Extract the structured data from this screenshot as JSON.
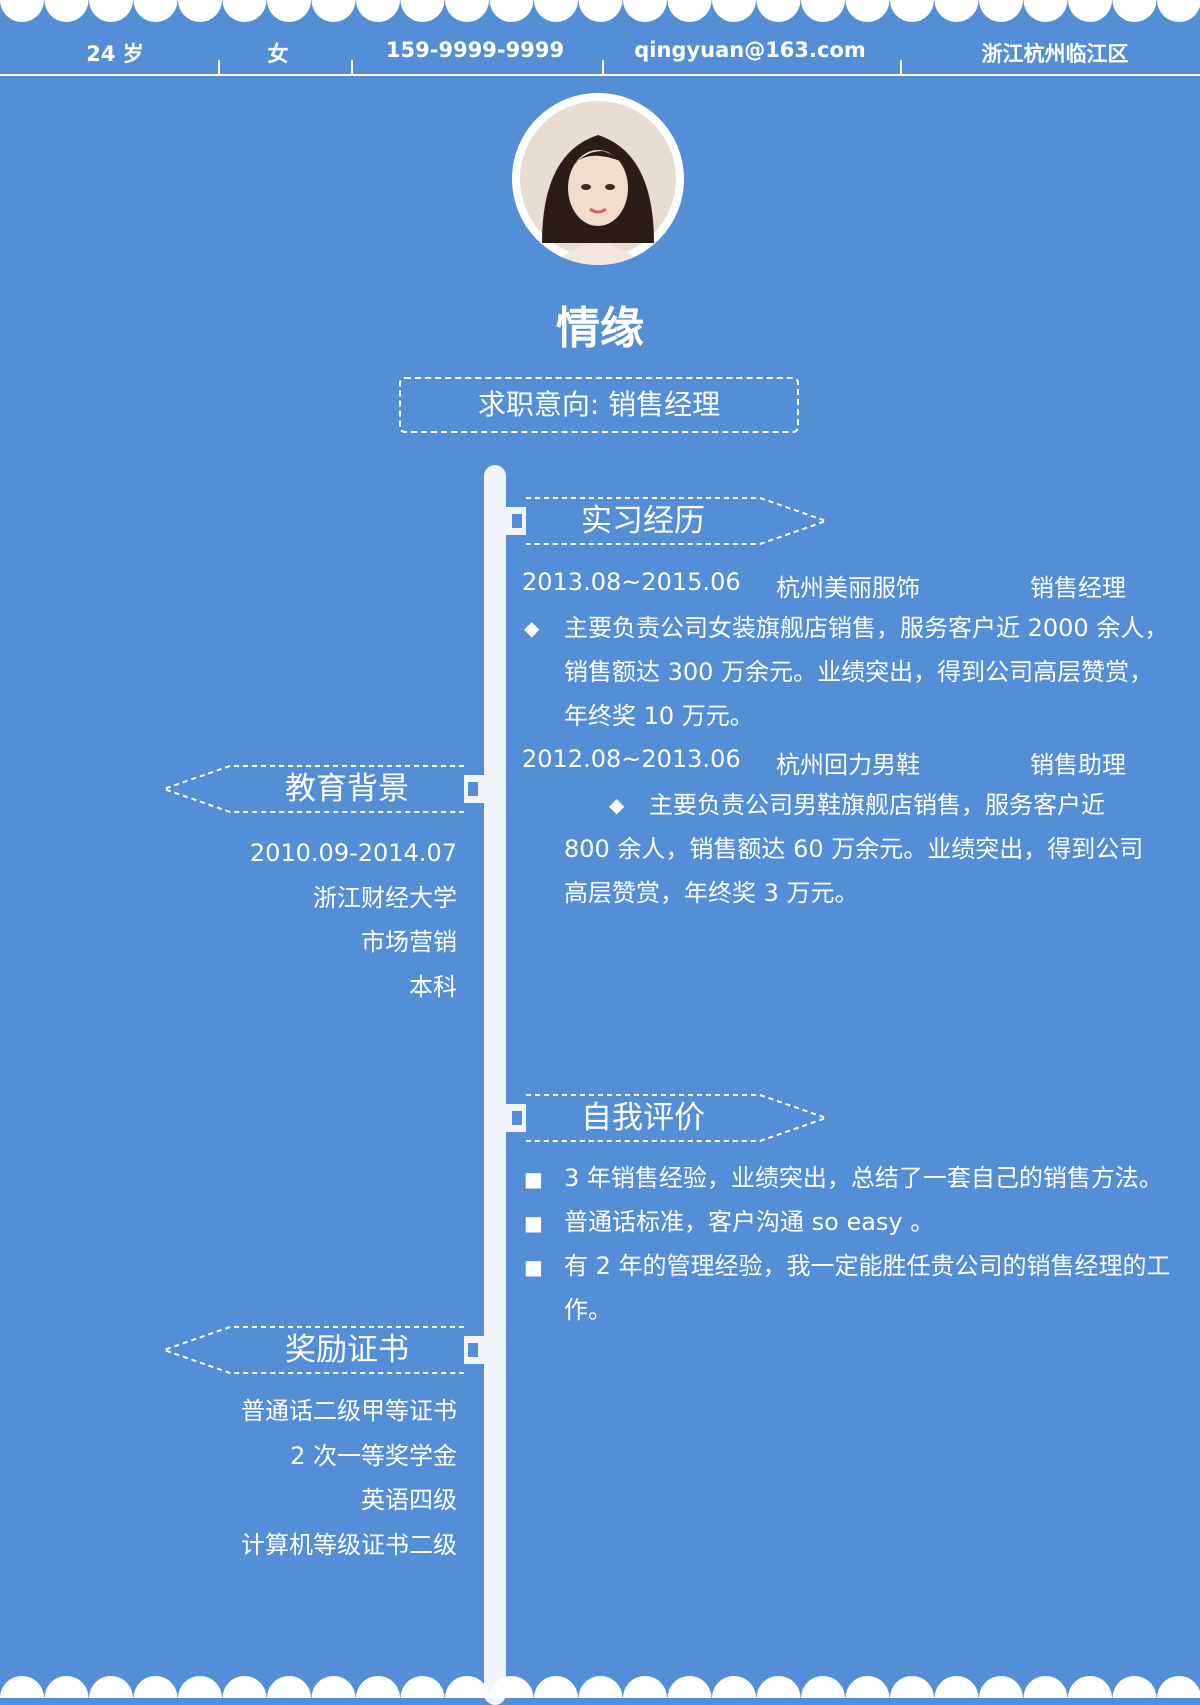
{
  "header": {
    "age": "24 岁",
    "gender": "女",
    "phone": "159-9999-9999",
    "email": "qingyuan@163.com",
    "location": "浙江杭州临江区"
  },
  "profile": {
    "name": "情缘",
    "objective": "求职意向: 销售经理"
  },
  "sections": {
    "internship": {
      "title": "实习经历",
      "entries": [
        {
          "period": "2013.08~2015.06",
          "company": "杭州美丽服饰",
          "role": "销售经理",
          "lines": [
            "主要负责公司女装旗舰店销售，服务客户近 2000 余人，",
            "销售额达 300 万余元。业绩突出，得到公司高层赞赏，",
            "年终奖 10 万元。"
          ]
        },
        {
          "period": "2012.08~2013.06",
          "company": "杭州回力男鞋",
          "role": "销售助理",
          "lines": [
            "主要负责公司男鞋旗舰店销售，服务客户近",
            "800 余人，销售额达 60 万余元。业绩突出，得到公司",
            "高层赞赏，年终奖 3 万元。"
          ]
        }
      ]
    },
    "education": {
      "title": "教育背景",
      "items": [
        "2010.09-2014.07",
        "浙江财经大学",
        "市场营销",
        "本科"
      ]
    },
    "self_evaluation": {
      "title": "自我评价",
      "items": [
        "3 年销售经验，业绩突出，总结了一套自己的销售方法。",
        "普通话标准，客户沟通 so easy 。",
        "有 2 年的管理经验，我一定能胜任贵公司的销售经理的工",
        "作。"
      ]
    },
    "awards": {
      "title": "奖励证书",
      "items": [
        "普通话二级甲等证书",
        "2 次一等奖学金",
        "英语四级",
        "计算机等级证书二级"
      ]
    }
  },
  "icons": {
    "diamond": "◆",
    "square": "■"
  },
  "colors": {
    "background": "#548ed6",
    "timeline": "#f1f4f8",
    "text": "#ffffff"
  }
}
